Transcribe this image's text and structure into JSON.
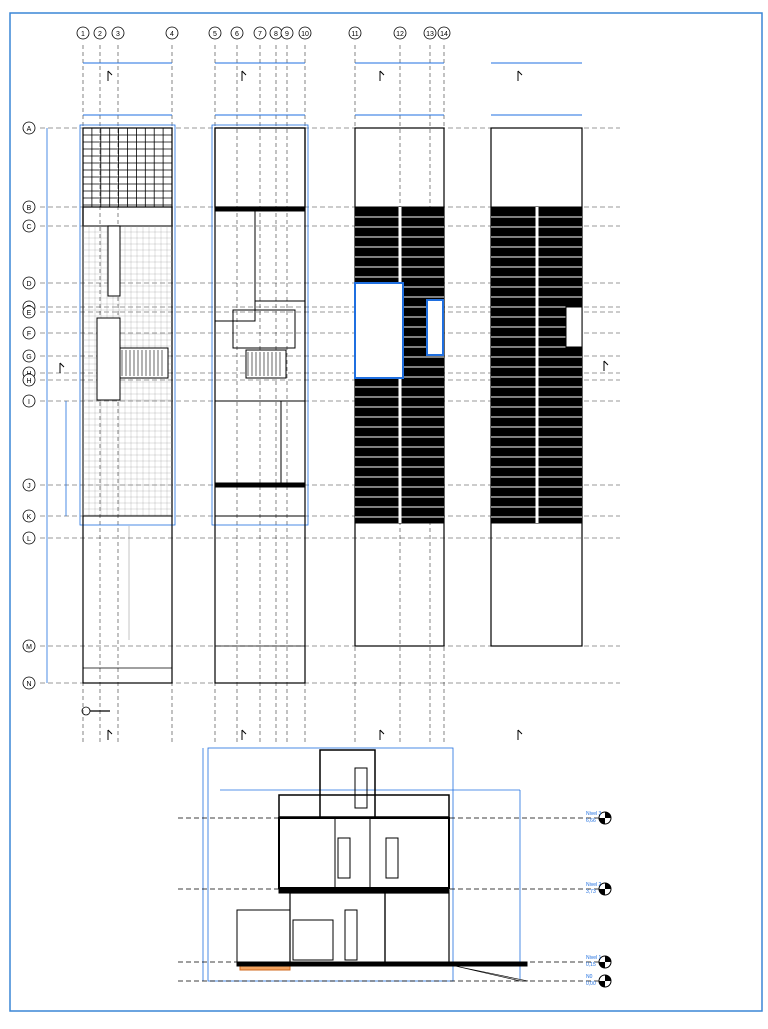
{
  "sheet": {
    "frame_color": "#3a86d6",
    "dim_color": "#1f6fe0",
    "line_color": "#000000",
    "grid_color": "#333333"
  },
  "grid_columns": [
    {
      "label": "1"
    },
    {
      "label": "2"
    },
    {
      "label": "3"
    },
    {
      "label": "4"
    },
    {
      "label": "5"
    },
    {
      "label": "6"
    },
    {
      "label": "7"
    },
    {
      "label": "8"
    },
    {
      "label": "9"
    },
    {
      "label": "10"
    },
    {
      "label": "11"
    },
    {
      "label": "12"
    },
    {
      "label": "13"
    },
    {
      "label": "14"
    }
  ],
  "grid_rows": [
    {
      "label": "A"
    },
    {
      "label": "B"
    },
    {
      "label": "C"
    },
    {
      "label": "D"
    },
    {
      "label": "E"
    },
    {
      "label": "E"
    },
    {
      "label": "F"
    },
    {
      "label": "G"
    },
    {
      "label": "H"
    },
    {
      "label": "H"
    },
    {
      "label": "I"
    },
    {
      "label": "J"
    },
    {
      "label": "K"
    },
    {
      "label": "L"
    },
    {
      "label": "M"
    },
    {
      "label": "N"
    }
  ],
  "plans": [
    {
      "name": "ground-floor-plan"
    },
    {
      "name": "first-floor-plan"
    },
    {
      "name": "roof-terrace-plan"
    },
    {
      "name": "roof-plan"
    }
  ],
  "section_levels": [
    {
      "name": "Nivel 3",
      "value": "6,66"
    },
    {
      "name": "Nivel 2",
      "value": "3,73"
    },
    {
      "name": "Nivel 1",
      "value": "0,15"
    },
    {
      "name": "N0",
      "value": "0,00"
    }
  ]
}
